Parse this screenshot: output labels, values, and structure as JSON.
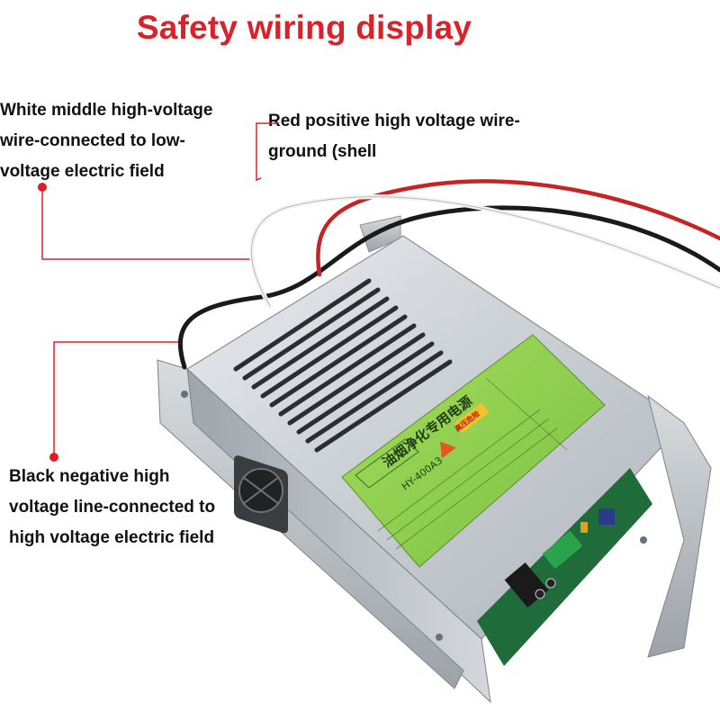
{
  "title": "Safety wiring display",
  "labels": {
    "white": [
      "White middle high-voltage",
      "wire-connected to low-",
      "voltage electric field"
    ],
    "red": [
      "Red positive high voltage wire-",
      "ground (shell"
    ],
    "black": [
      "Black negative high",
      "voltage line-connected to",
      "high voltage electric field"
    ]
  },
  "plate": {
    "title": "油烟净化专用电源",
    "model": "HY-400A3",
    "warning": "高压危险"
  },
  "colors": {
    "title": "#d9232a",
    "marker": "#e01b24",
    "leader": "#d9232a",
    "plate": "#8fd14f"
  }
}
